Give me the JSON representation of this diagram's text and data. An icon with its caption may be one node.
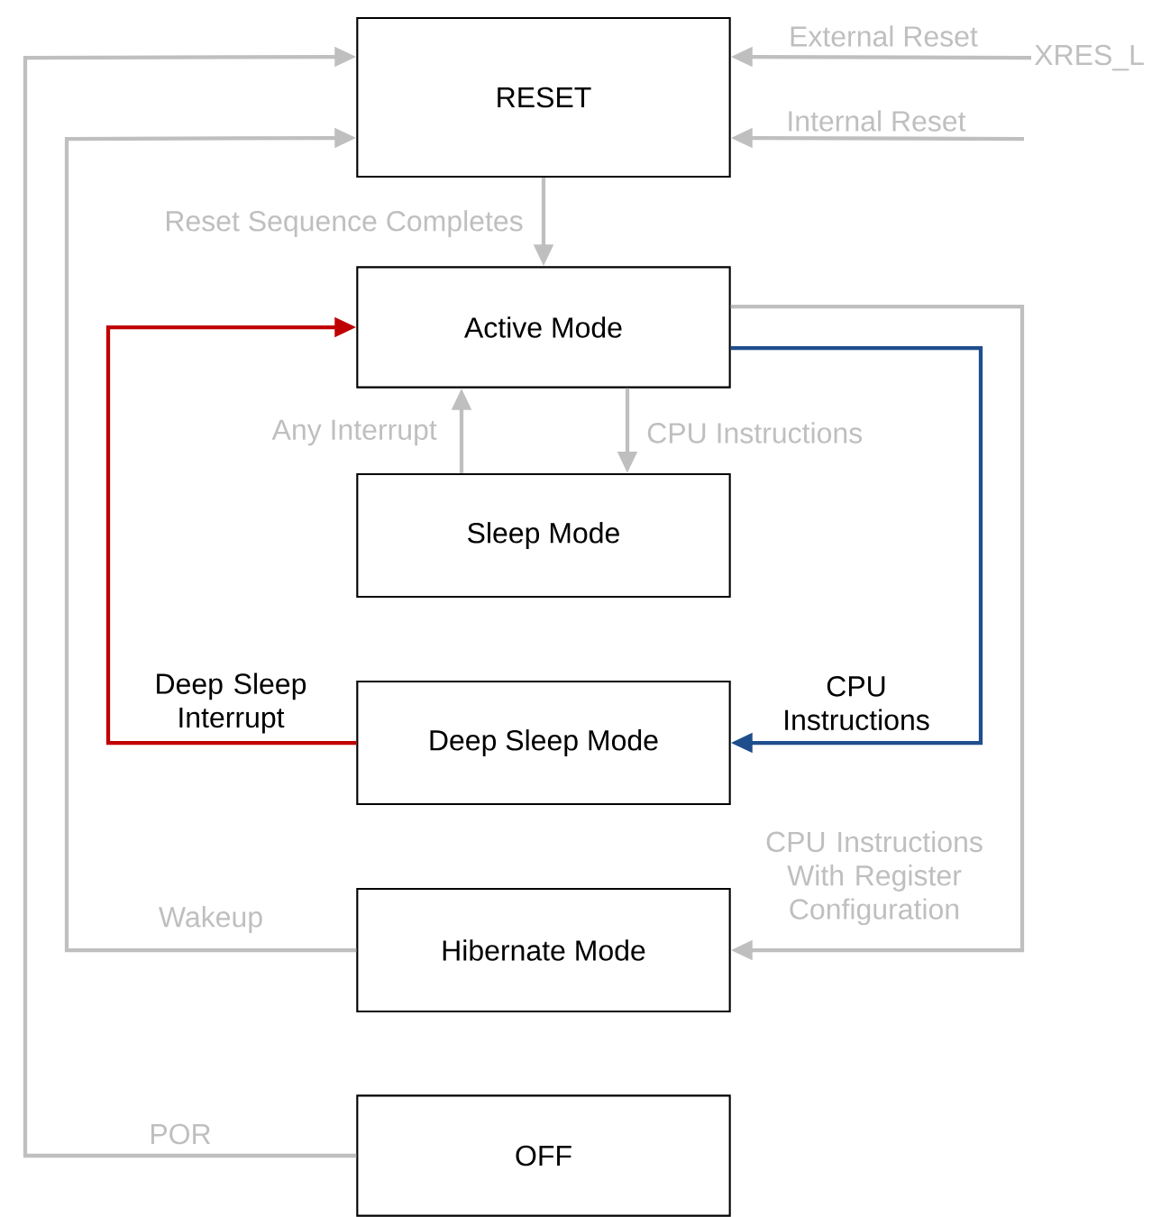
{
  "diagram": {
    "nodes": [
      {
        "text": [
          "RESET"
        ]
      },
      {
        "text": [
          "Active Mode"
        ]
      },
      {
        "text": [
          "Sleep Mode"
        ]
      },
      {
        "text": [
          "Deep Sleep Mode"
        ]
      },
      {
        "text": [
          "Hibernate Mode"
        ]
      },
      {
        "text": [
          "OFF"
        ]
      },
      {
        "text": [
          "XRES_L"
        ]
      }
    ],
    "edges": [
      {
        "from": 6,
        "to": 0,
        "arrow": "to",
        "label": "External Reset"
      },
      {
        "from": null,
        "to": 0,
        "arrow": "to",
        "label": "Internal Reset"
      },
      {
        "from": 0,
        "to": 1,
        "arrow": "to",
        "label": "Reset Sequence Completes"
      },
      {
        "from": 2,
        "to": 1,
        "arrow": "to",
        "label": "Any Interrupt"
      },
      {
        "from": 1,
        "to": 2,
        "arrow": "to",
        "label": "CPU Instructions"
      },
      {
        "from": 3,
        "to": 1,
        "arrow": "to",
        "label": "Deep Sleep Interrupt",
        "color": "#c00000"
      },
      {
        "from": 1,
        "to": 3,
        "arrow": "to",
        "label": "CPU Instructions",
        "color": "#1f4e8c"
      },
      {
        "from": 1,
        "to": 4,
        "arrow": "to",
        "label": "CPU Instructions With Register Configuration"
      },
      {
        "from": 4,
        "to": 0,
        "arrow": "to",
        "label": "Wakeup"
      },
      {
        "from": 5,
        "to": 0,
        "arrow": "to",
        "label": "POR"
      }
    ]
  }
}
